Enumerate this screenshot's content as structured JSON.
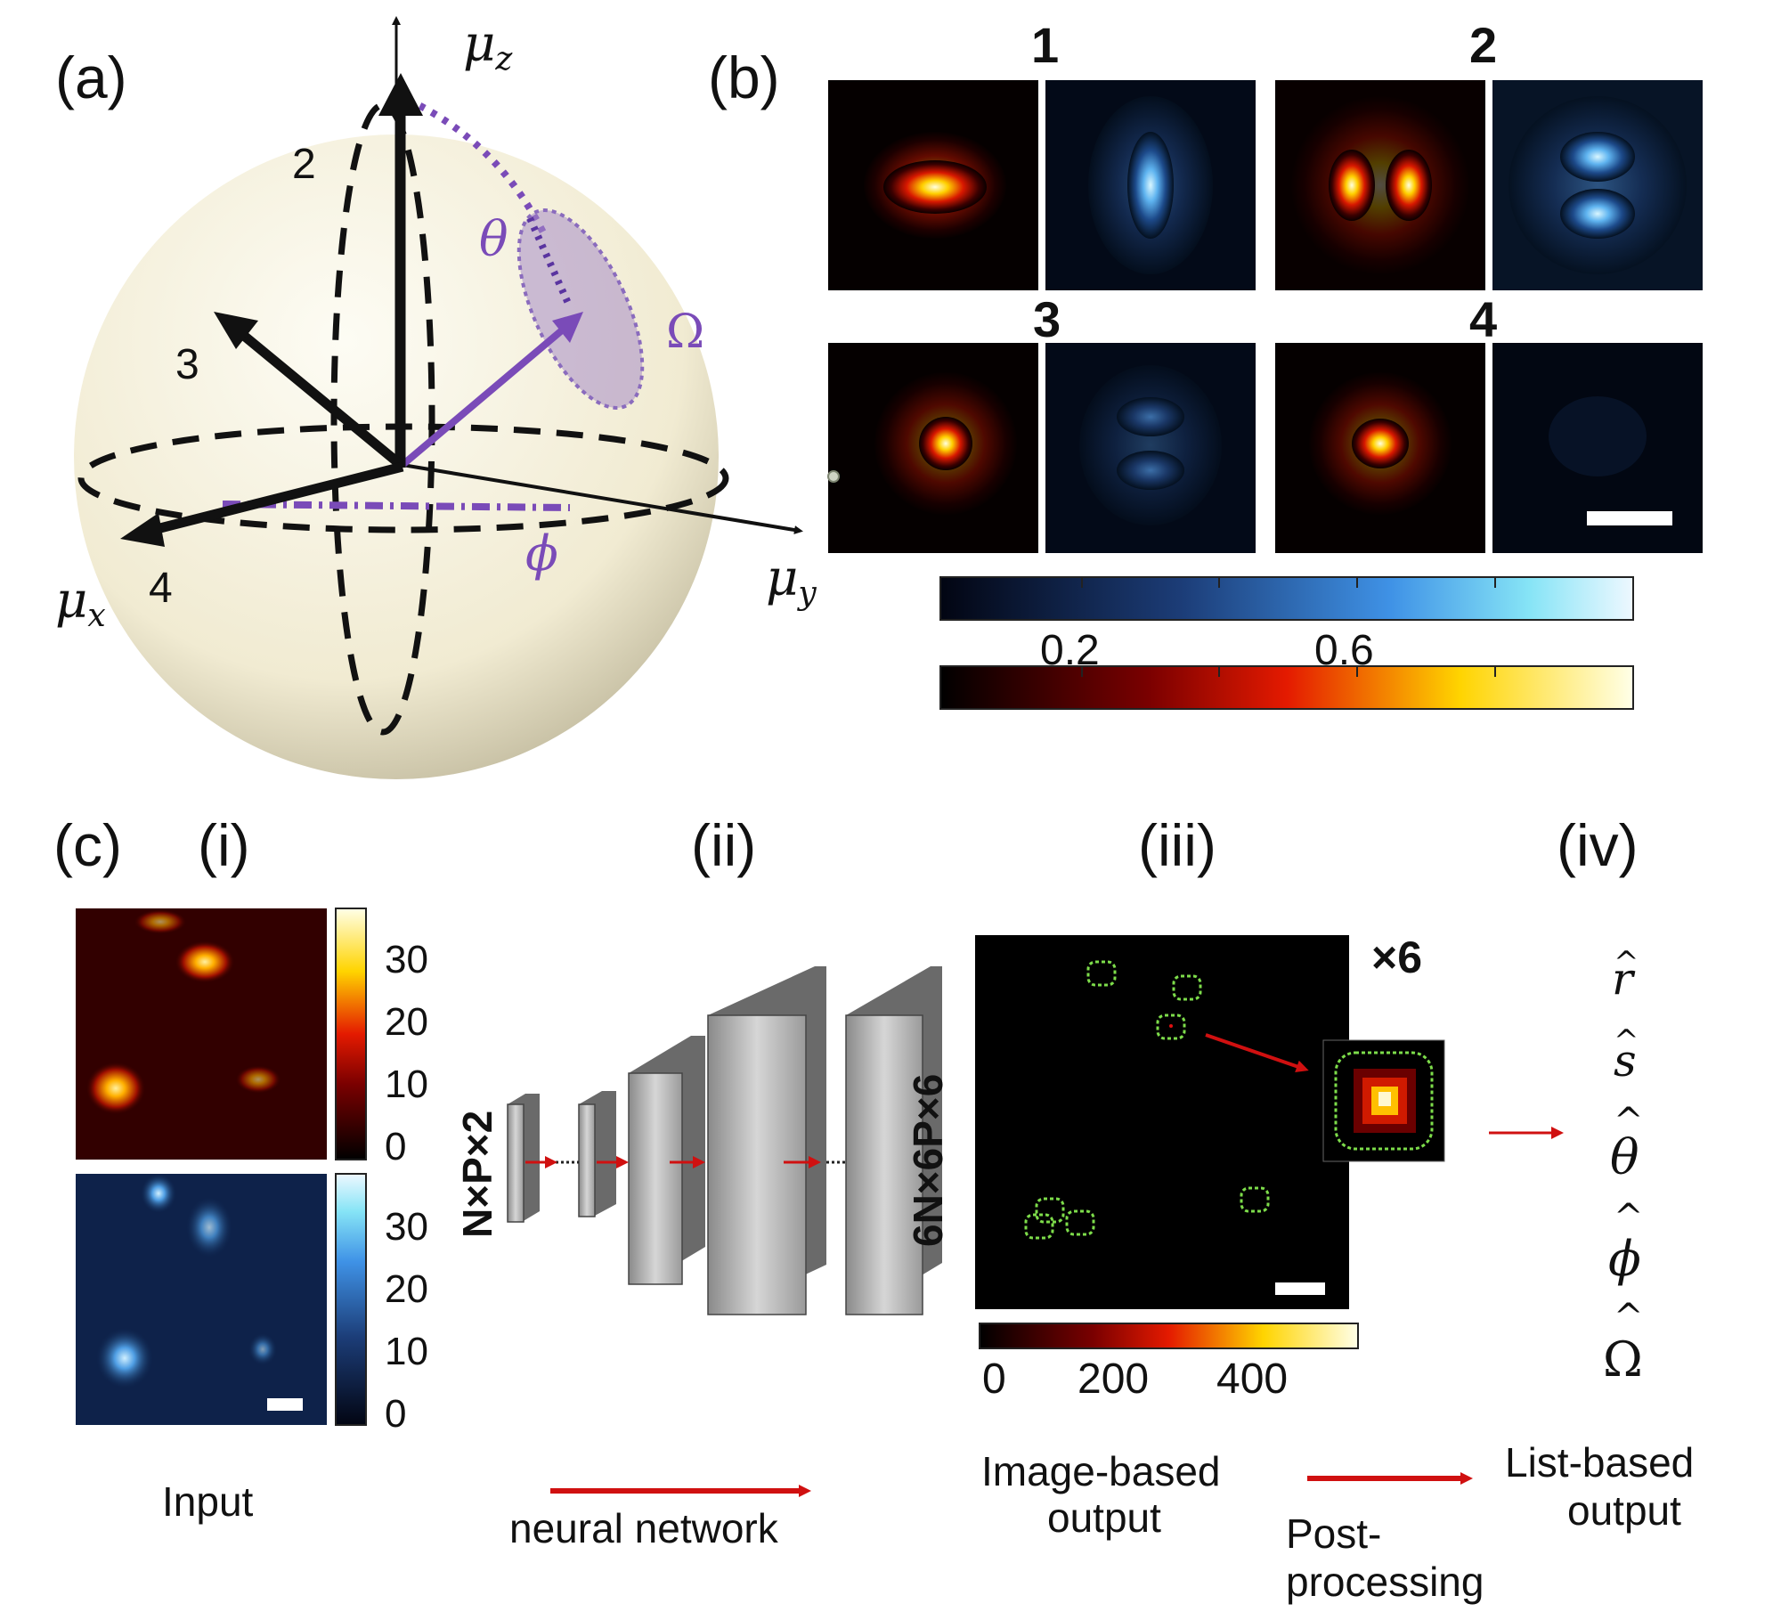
{
  "panel_a": {
    "label": "(a)",
    "axis_z": "μ",
    "axis_z_sub": "z",
    "axis_x": "μ",
    "axis_x_sub": "x",
    "axis_y": "μ",
    "axis_y_sub": "y",
    "num_2": "2",
    "num_3": "3",
    "num_4": "4",
    "theta": "θ",
    "phi": "ϕ",
    "omega": "Ω",
    "purple_color": "#7a4bb8"
  },
  "panel_b": {
    "label": "(b)",
    "n1": "1",
    "n2": "2",
    "n3": "3",
    "n4": "4",
    "tick_1": "0.2",
    "tick_2": "0.6"
  },
  "panel_c": {
    "label": "(c)",
    "sub_i": "(i)",
    "sub_ii": "(ii)",
    "sub_iii": "(iii)",
    "sub_iv": "(iv)",
    "cb_red_ticks": [
      "30",
      "20",
      "10",
      "0"
    ],
    "cb_blue_ticks": [
      "30",
      "20",
      "10",
      "0"
    ],
    "input_dims": "N×P×2",
    "output_dims": "6N×6P×6",
    "times6": "×6",
    "out_ticks": [
      "0",
      "200",
      "400"
    ],
    "est_r": "r",
    "est_s": "s",
    "est_theta": "θ",
    "est_phi": "ϕ",
    "est_omega": "Ω",
    "caption_input": "Input",
    "caption_nn": "neural network",
    "caption_image_out_1": "Image-based",
    "caption_image_out_2": "output",
    "caption_post_1": "Post-",
    "caption_post_2": "processing",
    "caption_list_out_1": "List-based",
    "caption_list_out_2": "output"
  }
}
